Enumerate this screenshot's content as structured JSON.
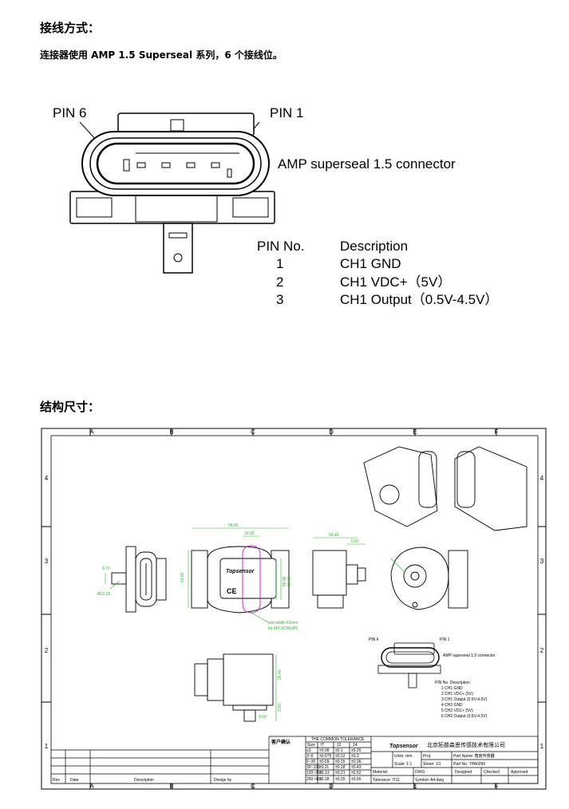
{
  "section1": {
    "heading": "接线方式：",
    "subtitle": "连接器使用 AMP 1.5 Superseal 系列，6 个接线位。"
  },
  "connector": {
    "pin6": "PIN 6",
    "pin1": "PIN 1",
    "label": "AMP superseal 1.5 connector"
  },
  "pin_table": {
    "header_no": "PIN No.",
    "header_desc": "Description",
    "rows": [
      {
        "no": "1",
        "desc": "CH1  GND"
      },
      {
        "no": "2",
        "desc": "CH1  VDC+（5V）"
      },
      {
        "no": "3",
        "desc": "CH1  Output（0.5V-4.5V）"
      }
    ]
  },
  "section2": {
    "heading": "结构尺寸："
  },
  "drawing": {
    "col_labels": [
      "A",
      "B",
      "C",
      "D",
      "E",
      "F"
    ],
    "row_labels": [
      "4",
      "3",
      "2",
      "1"
    ],
    "dims": {
      "d_58": "58.00",
      "d_1900": "19.00",
      "d_5640": "56.40",
      "d_560": "5.60",
      "d_4380": "43.80",
      "d_4900": "49.00",
      "d_4000": "40.00",
      "d_2280": "22.80",
      "d_670": "6.70",
      "d_2540": "25.40",
      "d_380": "3.80",
      "d_450": "4.50",
      "d_phi": "Ø12.25"
    },
    "slot_note_1": "slot width 4.5mm",
    "slot_note_2": "for M4 SCREWS",
    "mini": {
      "pin6": "PIN 6",
      "pin1": "PIN 1",
      "label": "AMP superseal 1.5 connector",
      "header": "PIN No.     Description",
      "rows": [
        "1        CH1 GND",
        "2        CH1 VDC+ (5V)",
        "3        CH1 Output (0.5V-4.5V)",
        "4        CH2 GND",
        "5        CH2 VDC+ (5V)",
        "6        CH2 Output (0.5V-4.5V)"
      ]
    },
    "title_block": {
      "customer": "客户确认",
      "tolerance_title": "THE COMMON TOLERANCE",
      "tol_header": [
        "Size",
        "IT",
        "12",
        "14"
      ],
      "tol_rows": [
        [
          "≤3",
          "±0.08",
          "±0.1",
          "±0.25"
        ],
        [
          "3~6",
          "±0.075",
          "±0.12",
          "±0.3"
        ],
        [
          "6~30",
          "±0.09",
          "±0.15",
          "±0.36"
        ],
        [
          "30~120",
          "±0.11",
          "±0.18",
          "±0.43"
        ],
        [
          "120~250",
          "±0.13",
          "±0.21",
          "±0.52"
        ],
        [
          "250~400",
          "±0.18",
          "±0.25",
          "±0.65"
        ]
      ],
      "brand": "Topsensor",
      "company": "北京拓普森思传感技术有限公司",
      "units": "Units: mm",
      "proj": "Proj:",
      "part_name": "Part Name: 角度传感器",
      "scale": "Scale: 1:1",
      "sheet": "Sheet: 1/1",
      "part_no": "Part No. TPA0290",
      "material": "Material:",
      "dwg": "DWG:",
      "designed": "Designed",
      "checked": "Checked",
      "approved": "Approved",
      "tolerance": "Tolerance: IT11",
      "symbol": "Symbol: A4.dwg",
      "rev": "Rev",
      "date": "Date",
      "description": "Description",
      "design_by": "Design by"
    }
  }
}
